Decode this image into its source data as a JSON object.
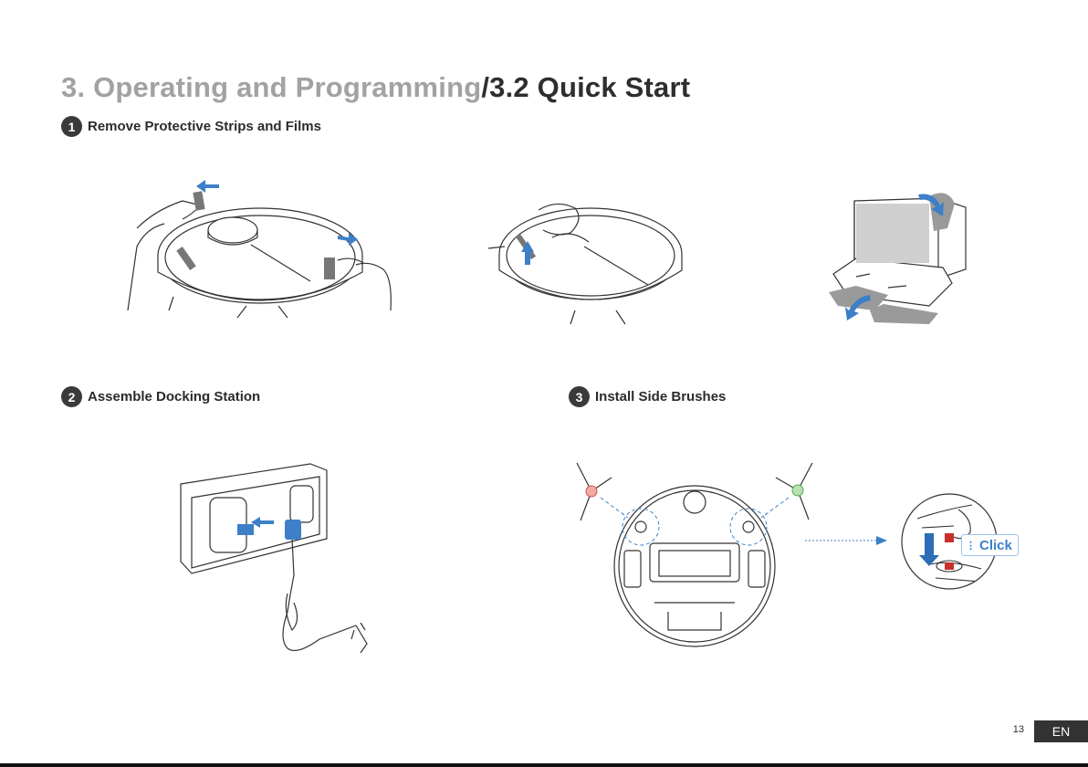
{
  "page": {
    "title_part1": "3. Operating and Programming",
    "title_part2": "/3.2 Quick Start",
    "page_number": "13",
    "language": "EN"
  },
  "steps": [
    {
      "number": "1",
      "label": "Remove Protective Strips and Films"
    },
    {
      "number": "2",
      "label": "Assemble Docking Station"
    },
    {
      "number": "3",
      "label": "Install Side Brushes"
    }
  ],
  "click_label": "Click",
  "colors": {
    "accent_blue": "#3d7fc8",
    "dark": "#333333",
    "gray_title": "#a2a2a2"
  }
}
